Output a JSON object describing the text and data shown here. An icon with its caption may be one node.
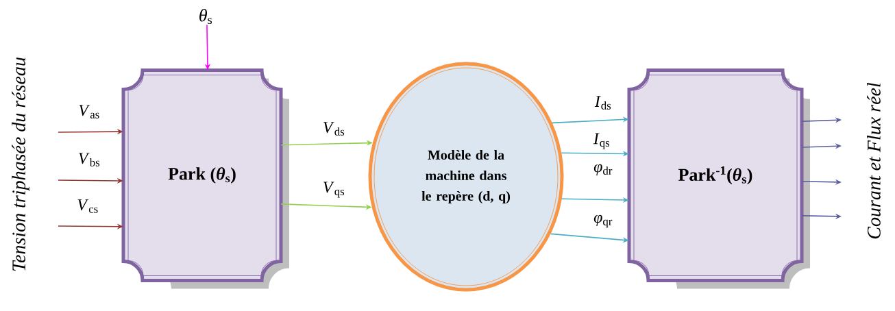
{
  "diagram": {
    "nodes": [
      {
        "text": [
          "Park (*θ*$_{s}$)"
        ]
      },
      {
        "text": [
          "Modèle de la machine dans le repère (d, q)"
        ]
      },
      {
        "text": [
          "Park$^{-1}$(*θ*$_{s}$)"
        ]
      },
      {
        "text": [
          "*θ*$_{s}$"
        ]
      }
    ],
    "edges": [
      {
        "from": 3,
        "to": 0,
        "arrow": "to",
        "color": "#ff00ff"
      },
      {
        "from": null,
        "to": 0,
        "arrow": "to",
        "label": "*V*$_{as}$",
        "color": "#953735"
      },
      {
        "from": null,
        "to": 0,
        "arrow": "to",
        "label": "*V*$_{bs}$",
        "color": "#953735"
      },
      {
        "from": null,
        "to": 0,
        "arrow": "to",
        "label": "*V*$_{cs}$",
        "color": "#953735"
      },
      {
        "from": 0,
        "to": 1,
        "arrow": "to",
        "label": "*V*$_{ds}$",
        "color": "#92d050"
      },
      {
        "from": 0,
        "to": 1,
        "arrow": "to",
        "label": "*V*$_{qs}$",
        "color": "#92d050"
      },
      {
        "from": 1,
        "to": 2,
        "arrow": "to",
        "label": "*I*$_{ds}$",
        "color": "#4bacc6"
      },
      {
        "from": 1,
        "to": 2,
        "arrow": "to",
        "label": "*I*$_{qs}$",
        "color": "#4bacc6"
      },
      {
        "from": 1,
        "to": 2,
        "arrow": "to",
        "label": "*φ*$_{dr}$",
        "color": "#4bacc6"
      },
      {
        "from": 1,
        "to": 2,
        "arrow": "to",
        "label": "*φ*$_{qr}$",
        "color": "#4bacc6"
      },
      {
        "from": 2,
        "to": null,
        "arrow": "to",
        "color": "#5b5f9c"
      },
      {
        "from": 2,
        "to": null,
        "arrow": "to",
        "color": "#5b5f9c"
      },
      {
        "from": 2,
        "to": null,
        "arrow": "to",
        "color": "#5b5f9c"
      },
      {
        "from": 2,
        "to": null,
        "arrow": "to",
        "color": "#5b5f9c"
      }
    ],
    "labels": [
      "Tension triphasée du réseau",
      "Courant et Flux réel"
    ]
  }
}
